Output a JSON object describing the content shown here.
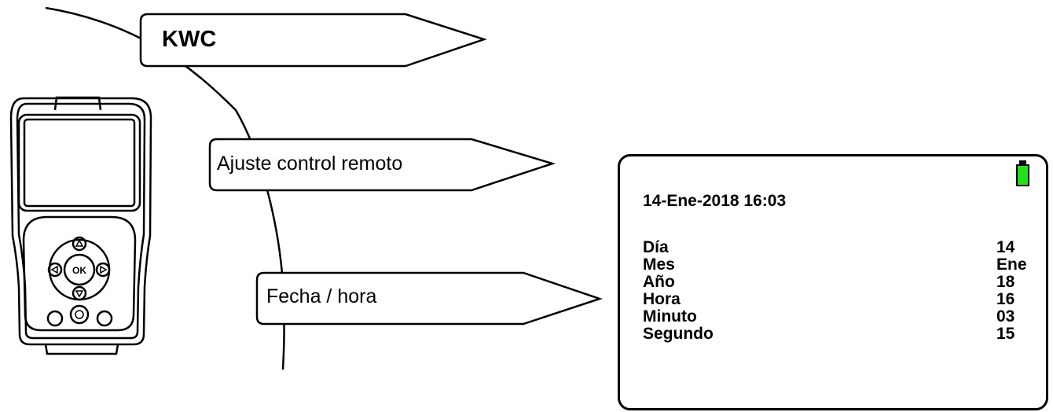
{
  "menu": {
    "level1": "KWC",
    "level2": "Ajuste control remoto",
    "level3": "Fecha / hora"
  },
  "screen": {
    "datetime": "14-Ene-2018 16:03",
    "battery_color": "#26e01c",
    "rows": [
      {
        "label": "Día",
        "value": "14"
      },
      {
        "label": "Mes",
        "value": "Ene"
      },
      {
        "label": "Año",
        "value": "18"
      },
      {
        "label": "Hora",
        "value": "16"
      },
      {
        "label": "Minuto",
        "value": "03"
      },
      {
        "label": "Segundo",
        "value": "15"
      }
    ]
  },
  "device": {
    "ok_button": "OK"
  }
}
